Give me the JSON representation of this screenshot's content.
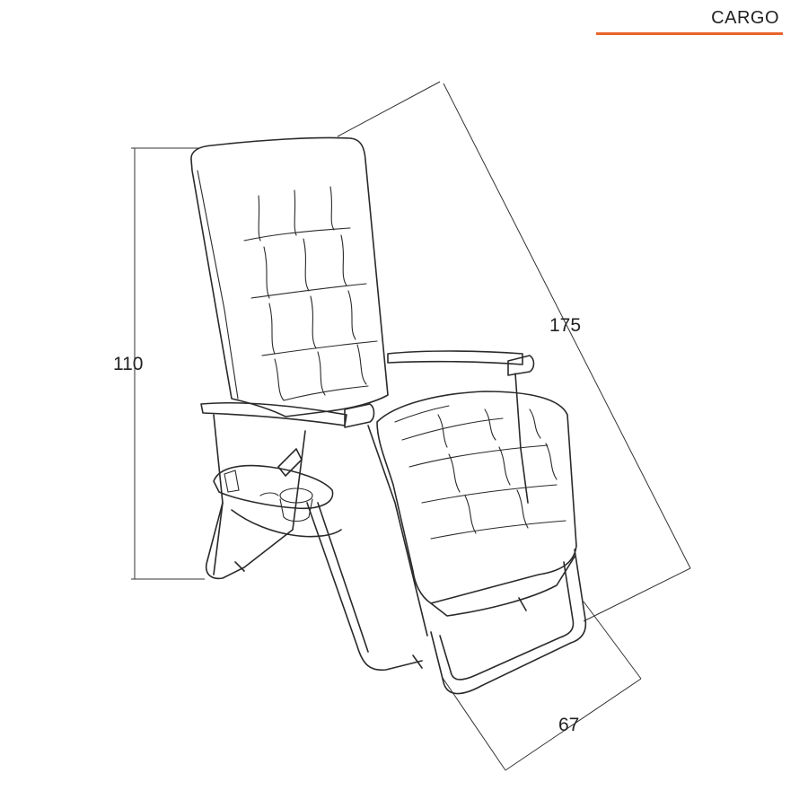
{
  "brand": {
    "name": "CARGO",
    "accent_color": "#e8642c"
  },
  "dimensions": {
    "height": "110",
    "length": "175",
    "width": "67"
  }
}
